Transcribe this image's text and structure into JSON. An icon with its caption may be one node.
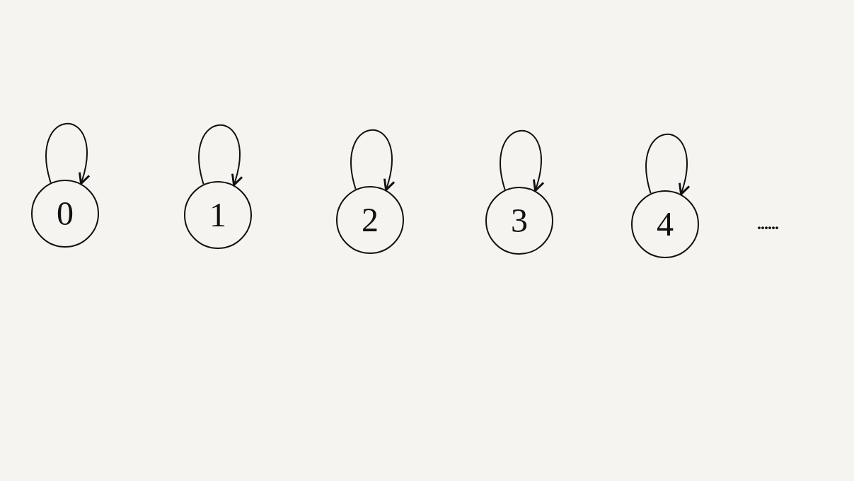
{
  "diagram": {
    "nodes": [
      {
        "text": [
          "0"
        ]
      },
      {
        "text": [
          "1"
        ]
      },
      {
        "text": [
          "2"
        ]
      },
      {
        "text": [
          "3"
        ]
      },
      {
        "text": [
          "4"
        ]
      }
    ],
    "edges": [
      {
        "from": 0,
        "to": 0,
        "arrow": "to"
      },
      {
        "from": 1,
        "to": 1,
        "arrow": "to"
      },
      {
        "from": 2,
        "to": 2,
        "arrow": "to"
      },
      {
        "from": 3,
        "to": 3,
        "arrow": "to"
      },
      {
        "from": 4,
        "to": 4,
        "arrow": "to"
      }
    ],
    "labels": [
      "......"
    ]
  }
}
